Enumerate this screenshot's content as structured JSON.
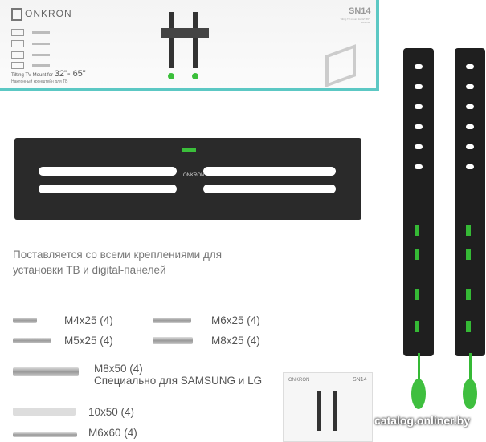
{
  "box": {
    "brand": "ONKRON",
    "model": "SN14",
    "model_subtitle": "Tilting TV mount for 32\"-65\" screens",
    "title_prefix": "Tilting TV Mount for",
    "size_range": "32\"- 65\"",
    "subtitle_ru": "Наклонный кронштейн для ТВ"
  },
  "bracket": {
    "brand": "ONKRON"
  },
  "heading": "Поставляется со всеми креплениями для установки ТВ и digital-панелей",
  "hardware": [
    {
      "label": "M4x25 (4)"
    },
    {
      "label": "M6x25 (4)"
    },
    {
      "label": "M5x25 (4)"
    },
    {
      "label": "M8x25 (4)"
    },
    {
      "label": "M8x50 (4)",
      "note": "Специально для SAMSUNG и LG"
    },
    {
      "label": "10x50 (4)"
    },
    {
      "label": "M6x60 (4)"
    }
  ],
  "watermark": "catalog.onliner.by",
  "colors": {
    "accent": "#5cc8c4",
    "green": "#3bbf3b"
  }
}
